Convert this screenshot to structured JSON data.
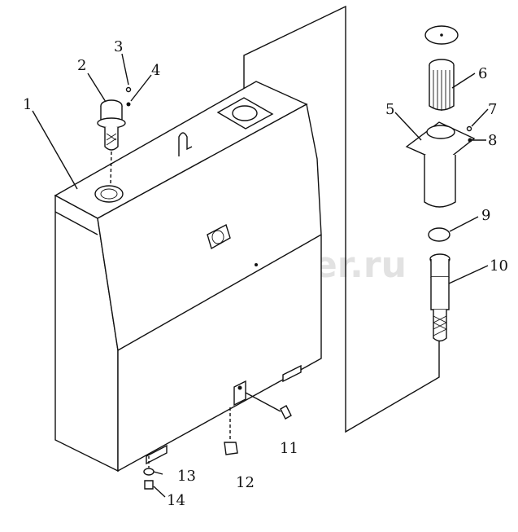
{
  "watermark": {
    "text": "autopiter.ru"
  },
  "callouts": {
    "c1": "1",
    "c2": "2",
    "c3": "3",
    "c4": "4",
    "c5": "5",
    "c6": "6",
    "c7": "7",
    "c8": "8",
    "c9": "9",
    "c10": "10",
    "c11": "11",
    "c12": "12",
    "c13": "13",
    "c14": "14"
  }
}
